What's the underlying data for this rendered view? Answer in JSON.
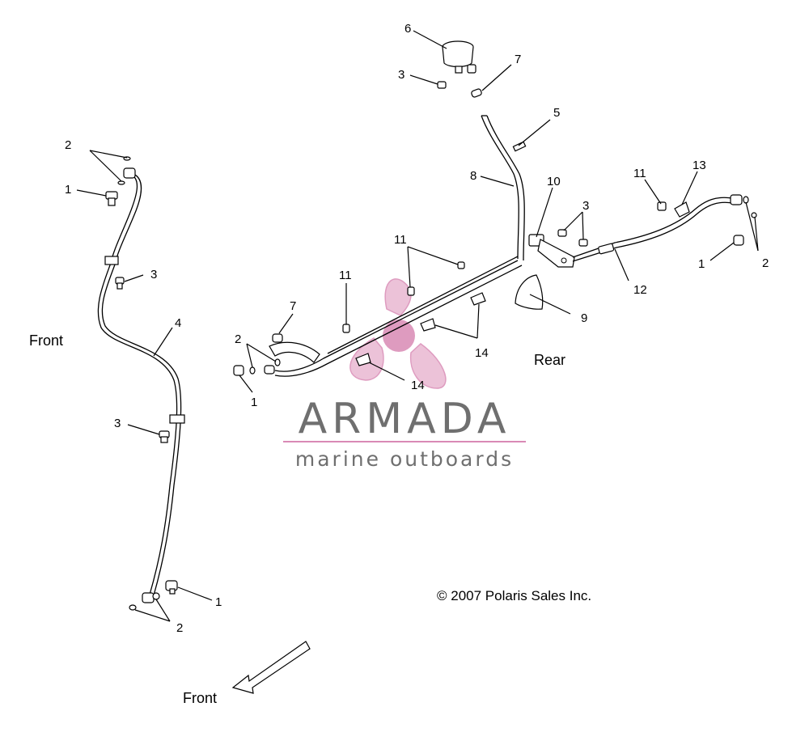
{
  "callouts": {
    "c6": "6",
    "c7a": "7",
    "c3a": "3",
    "c5": "5",
    "c8": "8",
    "c10": "10",
    "c11a": "11",
    "c13": "13",
    "c3b": "3",
    "c2a": "2",
    "c1a": "1",
    "c12": "12",
    "c9": "9",
    "c11b": "11",
    "c11c": "11",
    "c7b": "7",
    "c14a": "14",
    "c14b": "14",
    "c2b": "2",
    "c1b": "1",
    "c2c": "2",
    "c1c": "1",
    "c3c": "3",
    "c4": "4",
    "c3d": "3",
    "c1d": "1",
    "c2d": "2"
  },
  "labels": {
    "front_left": "Front",
    "rear": "Rear",
    "front_arrow": "Front"
  },
  "copyright": "© 2007 Polaris Sales Inc.",
  "watermark": {
    "brand": "ARMADA",
    "tagline": "marine outboards",
    "colors": {
      "pink": "#d98ab5",
      "gray": "#6f6f6f"
    }
  }
}
